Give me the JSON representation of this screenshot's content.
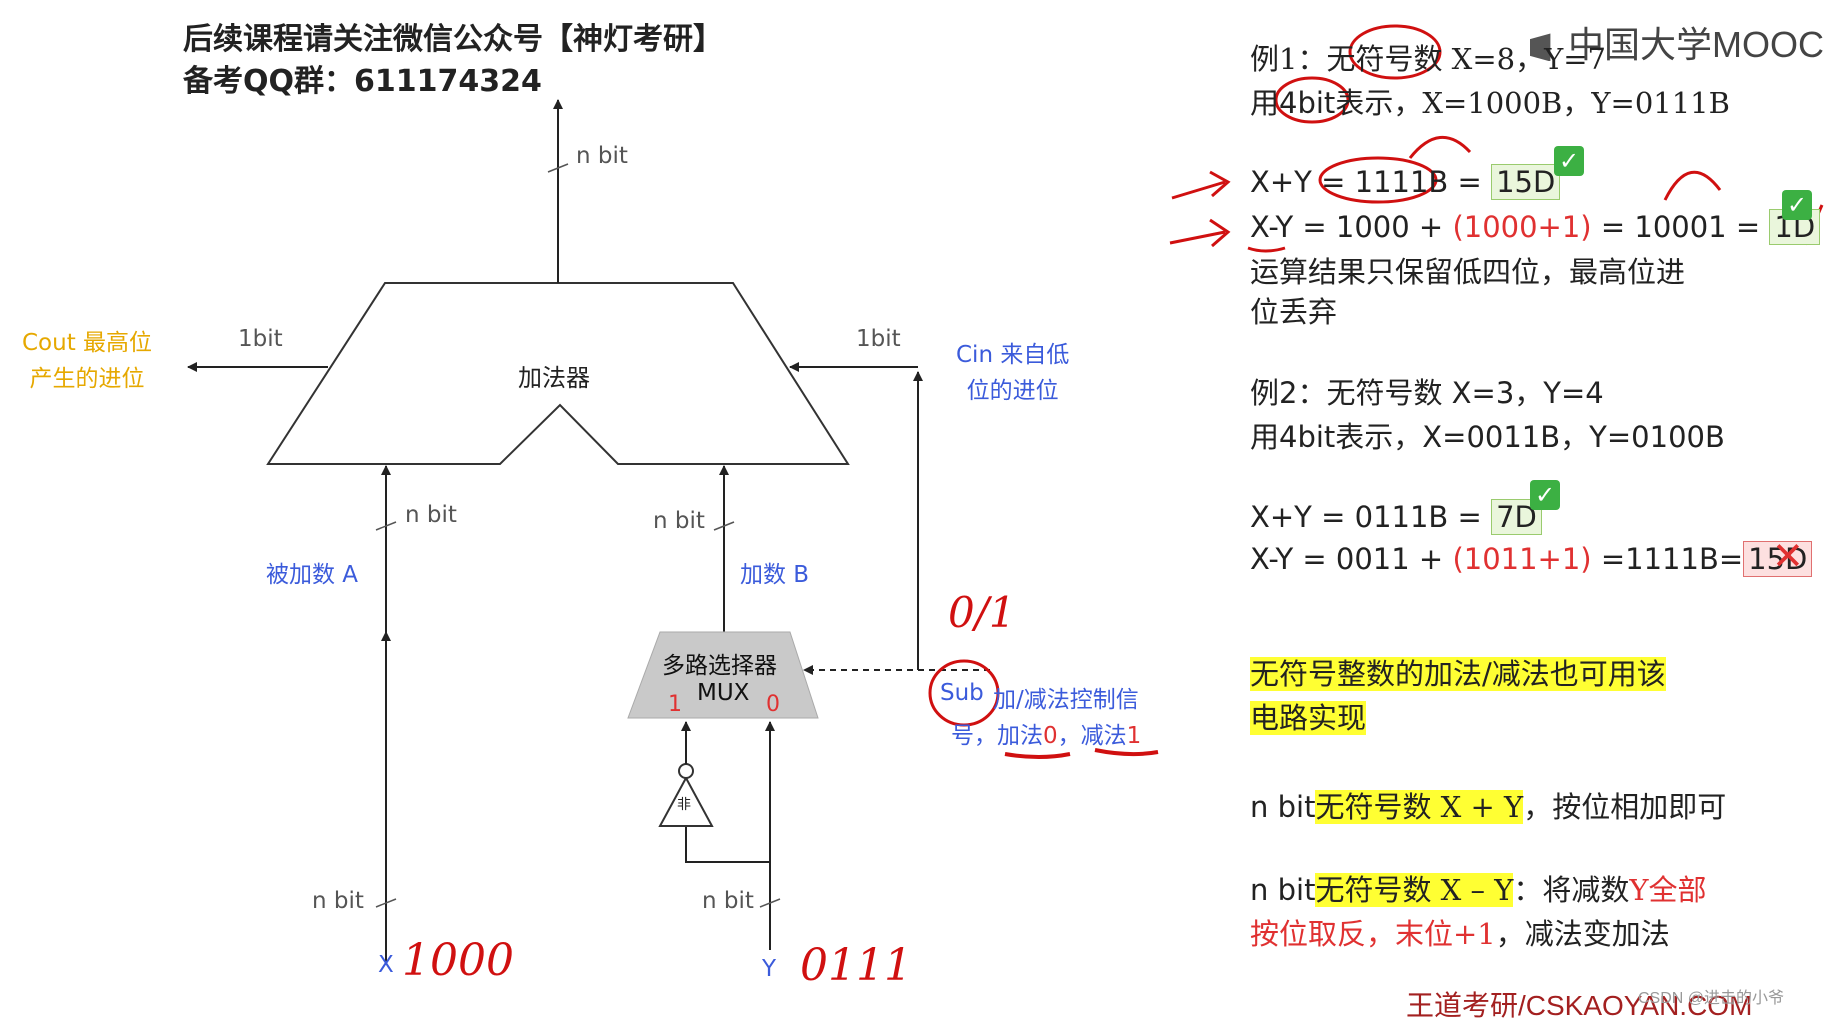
{
  "header": {
    "line1_prefix": "后续课程请关注微信公众号",
    "line1_suffix": "【神灯考研】",
    "line2": "备考QQ群：611174324"
  },
  "watermark": {
    "brand": "中国大学MOOC",
    "csdn": "CSDN @进击的小爷"
  },
  "footer": {
    "text": "王道考研/CSKAOYAN.COM"
  },
  "circuit": {
    "adder_label": "加法器",
    "output_width": "n bit",
    "cout_width": "1bit",
    "cin_width": "1bit",
    "cout_label_1": "Cout 最高位",
    "cout_label_2": "产生的进位",
    "cin_label_1": "Cin 来自低",
    "cin_label_2": "位的进位",
    "a_width": "n bit",
    "b_width": "n bit",
    "a_label": "被加数 A",
    "b_label": "加数 B",
    "mux_title": "多路选择器",
    "mux_name": "MUX",
    "mux_in1": "1",
    "mux_in0": "0",
    "not_label": "非",
    "sub_label": "Sub",
    "ctrl_text_1": "加/减法控制信",
    "ctrl_text_2_a": "号，",
    "ctrl_text_2_b": "加法",
    "ctrl_text_2_c": "0",
    "ctrl_text_2_d": "，",
    "ctrl_text_2_e": "减法",
    "ctrl_text_2_f": "1",
    "x_width": "n bit",
    "y_width": "n bit",
    "x_label": "X",
    "y_label": "Y",
    "handwritten_x": "1000",
    "handwritten_y": "0111",
    "handwritten_sub": "0/1"
  },
  "examples": {
    "ex1_line1_a": "例1：",
    "ex1_line1_b": "无符号",
    "ex1_line1_c": "数 X=8，Y=7",
    "ex1_line2_a": "用",
    "ex1_line2_b": "4bit",
    "ex1_line2_c": "表示，X=1000B，Y=0111B",
    "ex1_sum_a": "X+Y = ",
    "ex1_sum_b": "1111B",
    "ex1_sum_c": " = ",
    "ex1_sum_d": "15D",
    "ex1_diff_a": "X-Y = 1000 + ",
    "ex1_diff_b": "(1000+1)",
    "ex1_diff_c": " = ",
    "ex1_diff_d": "10001",
    "ex1_diff_e": " = ",
    "ex1_diff_f": "1D",
    "ex1_note_1": "运算结果只保留低四位，最高位进",
    "ex1_note_2": "位丢弃",
    "ex2_line1": "例2：无符号数 X=3，Y=4",
    "ex2_line2": "用4bit表示，X=0011B，Y=0100B",
    "ex2_sum_a": "X+Y = 0111B = ",
    "ex2_sum_b": "7D",
    "ex2_diff_a": "X-Y = 0011 + ",
    "ex2_diff_b": "(1011+1)",
    "ex2_diff_c": " =1111B=",
    "ex2_diff_d": "15D",
    "summary_1": "无符号整数的加法/减法也可用该",
    "summary_2": "电路实现",
    "rule1_a": "n bit",
    "rule1_b": "无符号数 X + Y",
    "rule1_c": "，按位相加即可",
    "rule2_a": "n bit",
    "rule2_b": "无符号数 X – Y",
    "rule2_c": "：将减数",
    "rule2_d": "Y全部",
    "rule2_e": "按位取反，末位+1",
    "rule2_f": "，减法变加法",
    "check": "✓",
    "cross": "✕"
  },
  "colors": {
    "blue_label": "#3b5bdb",
    "orange_label": "#e6a800",
    "red_annotation": "#d01010",
    "highlight": "#ffff33",
    "check_green": "#3cb043"
  }
}
